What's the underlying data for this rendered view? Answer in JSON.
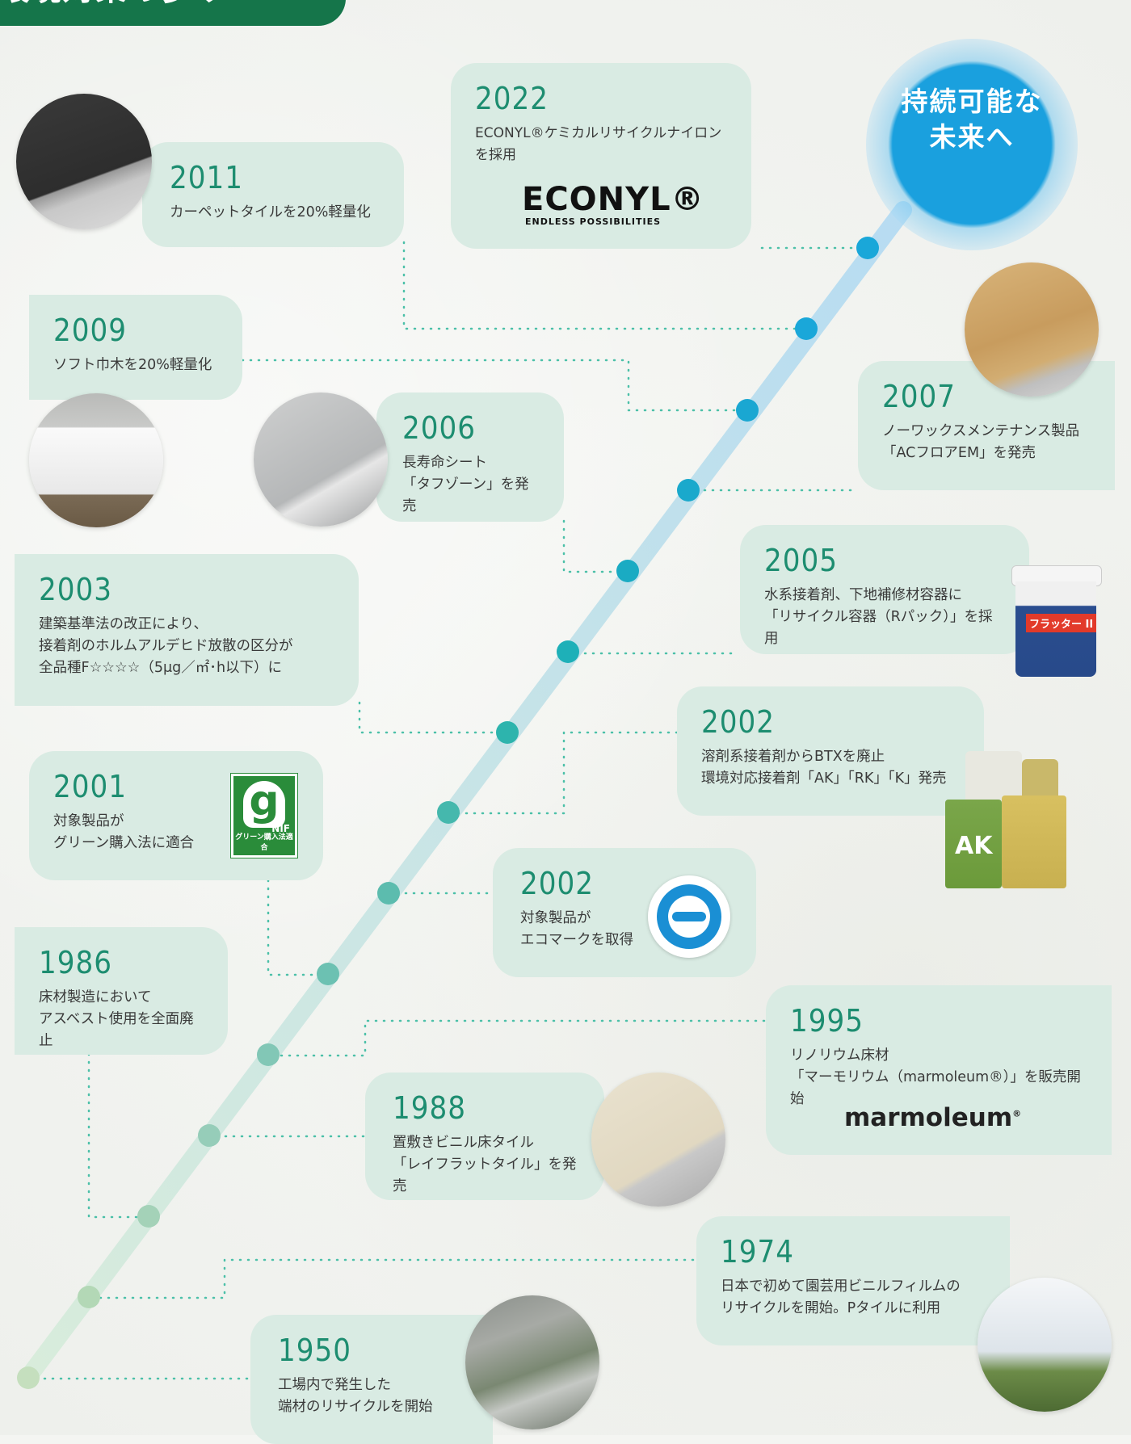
{
  "header": {
    "title": "環境対策の歩み"
  },
  "future": {
    "line1": "持続可能な",
    "line2": "未来へ"
  },
  "entries": [
    {
      "year": "2022",
      "desc": "ECONYL®ケミカルリサイクルナイロン\nを採用"
    },
    {
      "year": "2011",
      "desc": "カーペットタイルを20%軽量化"
    },
    {
      "year": "2009",
      "desc": "ソフト巾木を20%軽量化"
    },
    {
      "year": "2007",
      "desc": "ノーワックスメンテナンス製品\n「ACフロアEM」を発売"
    },
    {
      "year": "2006",
      "desc": "長寿命シート\n「タフゾーン」を発売"
    },
    {
      "year": "2005",
      "desc": "水系接着剤、下地補修材容器に\n「リサイクル容器（Rパック）」を採用"
    },
    {
      "year": "2003",
      "desc": "建築基準法の改正により、\n接着剤のホルムアルデヒド放散の区分が\n全品種F☆☆☆☆（5μg／㎡･h以下）に"
    },
    {
      "year": "2002",
      "desc": "溶剤系接着剤からBTXを廃止\n環境対応接着剤「AK」「RK」「K」発売"
    },
    {
      "year": "2001",
      "desc": "対象製品が\nグリーン購入法に適合"
    },
    {
      "year": "2002",
      "desc": "対象製品が\nエコマークを取得"
    },
    {
      "year": "1986",
      "desc": "床材製造において\nアスベスト使用を全面廃止"
    },
    {
      "year": "1995",
      "desc": "リノリウム床材\n「マーモリウム（marmoleum®）」を販売開始"
    },
    {
      "year": "1988",
      "desc": "置敷きビニル床タイル\n「レイフラットタイル」を発売"
    },
    {
      "year": "1974",
      "desc": "日本で初めて園芸用ビニルフィルムの\nリサイクルを開始。Pタイルに利用"
    },
    {
      "year": "1950",
      "desc": "工場内で発生した\n端材のリサイクルを開始"
    }
  ],
  "logos": {
    "econyl_main": "ECONYL®",
    "econyl_sub": "ENDLESS POSSIBILITIES",
    "marmoleum": "marmoleum",
    "gmark_letter": "g",
    "gmark_nif": "NIF",
    "gmark_label": "グリーン購入法適合",
    "bucket_label": "フラッター II",
    "cans_label": "AK"
  },
  "colors": {
    "brand_green": "#15754a",
    "year_teal": "#1d8d70",
    "card_bg": "#d9ebe3",
    "future_blue": "#1aa0de",
    "dot_teal": "#1aa7c9"
  }
}
